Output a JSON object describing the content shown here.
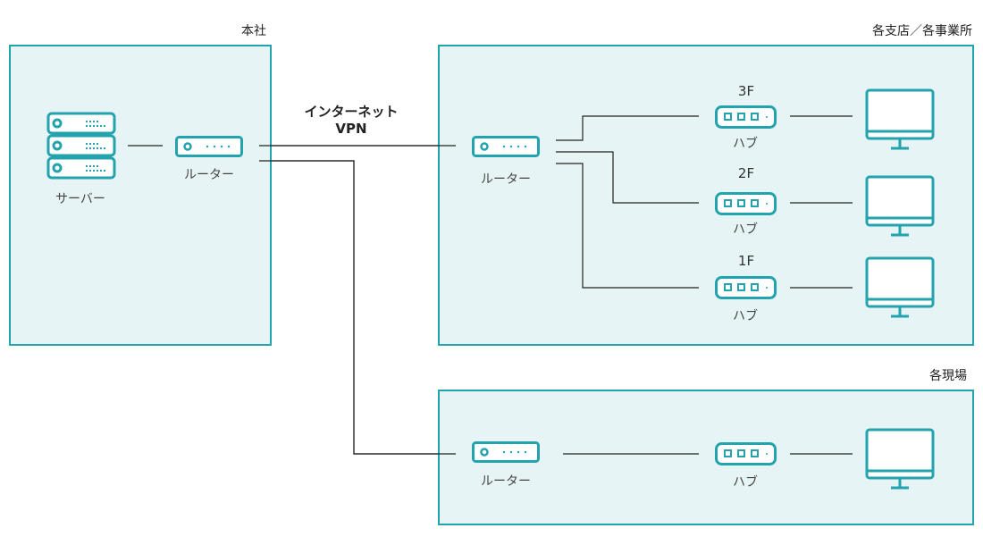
{
  "regions": {
    "hq": {
      "label": "本社"
    },
    "branches": {
      "label": "各支店／各事業所"
    },
    "sites": {
      "label": "各現場"
    }
  },
  "devices": {
    "server_label": "サーバー",
    "router_label": "ルーター",
    "hub_label": "ハブ"
  },
  "internet": {
    "line1": "インターネット",
    "line2": "VPN"
  },
  "floors": [
    "3F",
    "2F",
    "1F"
  ],
  "colors": {
    "accent": "#23a3ad",
    "region_fill": "#e6f4f6",
    "line": "#222222"
  }
}
